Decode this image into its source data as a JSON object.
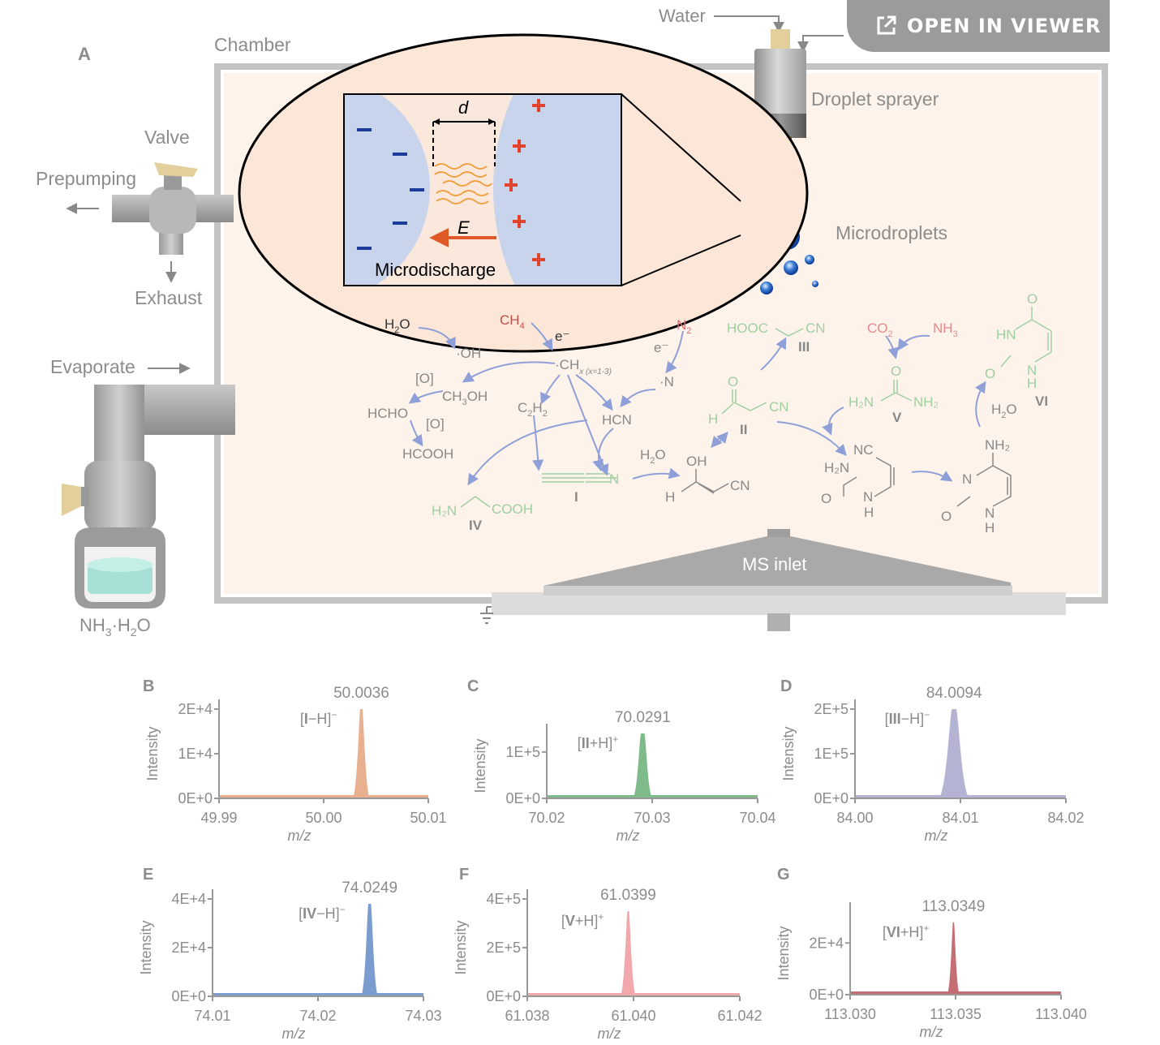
{
  "viewer_button": {
    "label": "OPEN IN VIEWER",
    "icon": "external-link-icon"
  },
  "panelA": {
    "letter": "A",
    "labels": {
      "chamber": "Chamber",
      "water": "Water",
      "droplet_sprayer": "Droplet sprayer",
      "valve": "Valve",
      "prepumping": "Prepumping",
      "exhaust": "Exhaust",
      "evaporate": "Evaporate",
      "microdroplets": "Microdroplets",
      "microdischarge": "Microdischarge",
      "distance": "d",
      "field": "E",
      "ms_inlet": "MS inlet",
      "reservoir_a": "NH",
      "reservoir_b": "3",
      "reservoir_c": "·H",
      "reservoir_d": "2",
      "reservoir_e": "O"
    },
    "chem": {
      "h2o_a": "H",
      "h2o_b": "2",
      "h2o_c": "O",
      "ch4_a": "CH",
      "ch4_b": "4",
      "electron1": "e⁻",
      "electron2": "e⁻",
      "n2_a": "N",
      "n2_b": "2",
      "oh": "·OH",
      "chx_a": "·CH",
      "chx_b": "x (x=1-3)",
      "n_rad": "·N",
      "o1": "[O]",
      "o2": "[O]",
      "ch3oh_a": "CH",
      "ch3oh_b": "3",
      "ch3oh_c": "OH",
      "hcho": "HCHO",
      "hcooh": "HCOOH",
      "c2h2_a": "C",
      "c2h2_b": "2",
      "c2h2_c": "H",
      "c2h2_d": "2",
      "hcn": "HCN",
      "c_i": "I",
      "n_i": "N",
      "h2n_iv": "H₂N",
      "cooh_iv": "COOH",
      "c_iv": "IV",
      "hooc_iii": "HOOC",
      "cn_iii": "CN",
      "c_iii": "III",
      "o_ii": "O",
      "h_ii": "H",
      "cn_ii": "CN",
      "c_ii": "II",
      "h2o2_a": "H",
      "h2o2_b": "2",
      "h2o2_c": "O",
      "oh_enol": "OH",
      "h_enol": "H",
      "cn_enol": "CN",
      "co2_a": "CO",
      "co2_b": "2",
      "nh3_a": "NH",
      "nh3_b": "3",
      "o_v": "O",
      "h2n_v": "H₂N",
      "nh2_v": "NH₂",
      "c_v": "V",
      "nc_int": "NC",
      "h2n_int": "H₂N",
      "n_int": "N",
      "o_int": "O",
      "h_int": "H",
      "nh2_cyt": "NH₂",
      "n_cyt": "N",
      "o_cyt": "O",
      "nh_cyt": "N",
      "h_cyt": "H",
      "h2o3_a": "H",
      "h2o3_b": "2",
      "h2o3_c": "O",
      "o_top_vi": "O",
      "hn_vi": "HN",
      "o_vi": "O",
      "nh_vi": "N",
      "h_vi": "H",
      "c_vi": "VI"
    }
  },
  "spectra": [
    {
      "letter": "B",
      "peak_label": "50.0036",
      "ion": {
        "pre": "[",
        "bold": "I",
        "post": "−H]",
        "sup": "−"
      },
      "color": "#e9b08f",
      "ylabel": "Intensity",
      "xlabel": "m/z",
      "xticks": [
        "49.99",
        "50.00",
        "50.01"
      ],
      "yticks": [
        "0E+0",
        "1E+4",
        "2E+4"
      ],
      "chart_data": {
        "type": "line",
        "xlim": [
          49.99,
          50.01
        ],
        "ylim": [
          0,
          20000
        ],
        "peak": {
          "x": 50.0036,
          "y": 20000
        }
      }
    },
    {
      "letter": "C",
      "peak_label": "70.0291",
      "ion": {
        "pre": "[",
        "bold": "II",
        "post": "+H]",
        "sup": "+"
      },
      "color": "#7fba8a",
      "ylabel": "Intensity",
      "xlabel": "m/z",
      "xticks": [
        "70.02",
        "70.03",
        "70.04"
      ],
      "yticks": [
        "0E+0",
        "1E+5"
      ],
      "chart_data": {
        "type": "line",
        "xlim": [
          70.02,
          70.04
        ],
        "ylim": [
          0,
          140000
        ],
        "peak": {
          "x": 70.0291,
          "y": 140000
        }
      }
    },
    {
      "letter": "D",
      "peak_label": "84.0094",
      "ion": {
        "pre": "[",
        "bold": "III",
        "post": "−H]",
        "sup": "−"
      },
      "color": "#b5b3d3",
      "ylabel": "Intensity",
      "xlabel": "m/z",
      "xticks": [
        "84.00",
        "84.01",
        "84.02"
      ],
      "yticks": [
        "0E+0",
        "1E+5",
        "2E+5"
      ],
      "chart_data": {
        "type": "line",
        "xlim": [
          84.0,
          84.02
        ],
        "ylim": [
          0,
          200000
        ],
        "peak": {
          "x": 84.0094,
          "y": 200000
        }
      }
    },
    {
      "letter": "E",
      "peak_label": "74.0249",
      "ion": {
        "pre": "[",
        "bold": "IV",
        "post": "−H]",
        "sup": "−"
      },
      "color": "#7a9ccf",
      "ylabel": "Intensity",
      "xlabel": "m/z",
      "xticks": [
        "74.01",
        "74.02",
        "74.03"
      ],
      "yticks": [
        "0E+0",
        "2E+4",
        "4E+4"
      ],
      "chart_data": {
        "type": "line",
        "xlim": [
          74.01,
          74.03
        ],
        "ylim": [
          0,
          40000
        ],
        "peak": {
          "x": 74.0249,
          "y": 38000
        }
      }
    },
    {
      "letter": "F",
      "peak_label": "61.0399",
      "ion": {
        "pre": "[",
        "bold": "V",
        "post": "+H]",
        "sup": "+"
      },
      "color": "#f2a9ae",
      "ylabel": "Intensity",
      "xlabel": "m/z",
      "xticks": [
        "61.038",
        "61.040",
        "61.042"
      ],
      "yticks": [
        "0E+0",
        "2E+5",
        "4E+5"
      ],
      "chart_data": {
        "type": "line",
        "xlim": [
          61.038,
          61.042
        ],
        "ylim": [
          0,
          400000
        ],
        "peak": {
          "x": 61.0399,
          "y": 350000
        }
      }
    },
    {
      "letter": "G",
      "peak_label": "113.0349",
      "ion": {
        "pre": "[",
        "bold": "VI",
        "post": "+H]",
        "sup": "+"
      },
      "color": "#c46e74",
      "ylabel": "Intensity",
      "xlabel": "m/z",
      "xticks": [
        "113.030",
        "113.035",
        "113.040"
      ],
      "yticks": [
        "0E+0",
        "2E+4"
      ],
      "chart_data": {
        "type": "line",
        "xlim": [
          113.03,
          113.04
        ],
        "ylim": [
          0,
          32000
        ],
        "peak": {
          "x": 113.0349,
          "y": 28000
        }
      }
    }
  ]
}
